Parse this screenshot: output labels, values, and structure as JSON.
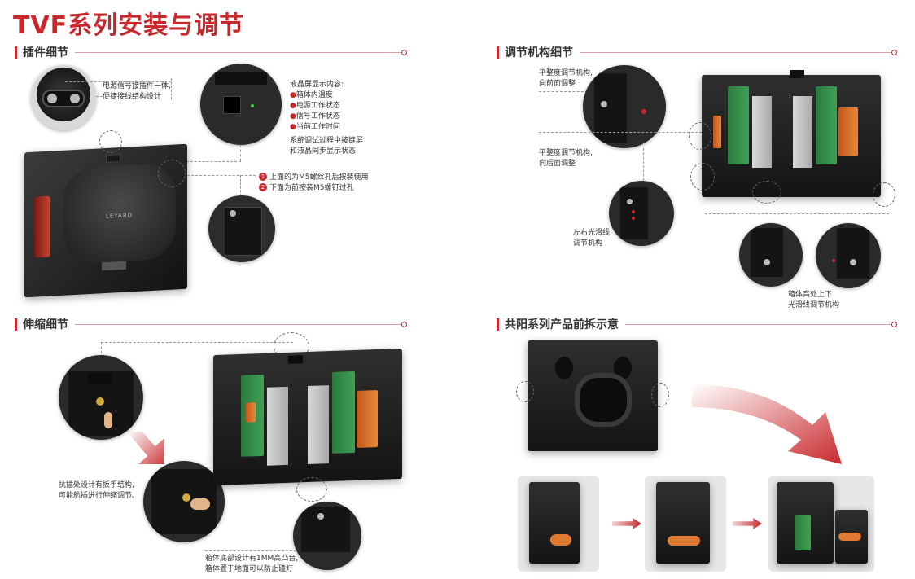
{
  "page": {
    "title": "TVF系列安装与调节"
  },
  "sections": {
    "plugin": {
      "title": "插件细节",
      "callout_connector": [
        "电源信号接插件一体,",
        "便捷接线结构设计"
      ],
      "callout_lcd_title": "液晶屏显示内容:",
      "callout_lcd_items": [
        "箱体内温度",
        "电源工作状态",
        "信号工作状态",
        "当前工作时间"
      ],
      "callout_lcd_note": [
        "系统调试过程中按键屏",
        "和液晶同步显示状态"
      ],
      "callout_bolts": [
        {
          "num": "1",
          "text": "上面的为M5螺丝孔后按装使用"
        },
        {
          "num": "2",
          "text": "下面为前按装M5螺钉过孔"
        }
      ],
      "logo": "LEYARD"
    },
    "adjust": {
      "title": "调节机构细节",
      "callout_front": [
        "平整度调节机构,",
        "向前面调整"
      ],
      "callout_back": [
        "平整度调节机构,",
        "向后面调整"
      ],
      "callout_lr": [
        "左右光滑线",
        "调节机构"
      ],
      "callout_ud": [
        "箱体高处上下",
        "光滑线调节机构"
      ]
    },
    "stretch": {
      "title": "伸缩细节",
      "callout_wrench": [
        "抗插处设计有扳手结构,",
        "可能航插进行伸缩调节。"
      ],
      "callout_bump": [
        "箱体底部设计有1MM高凸台,",
        "箱体置于地面可以防止磕灯"
      ]
    },
    "common_anode": {
      "title": "共阳系列产品前拆示意"
    }
  },
  "colors": {
    "accent": "#c8282c",
    "rule": "#d7a0a2",
    "cabinet": "#1c1c1c",
    "board": "#3a9a52",
    "orange": "#e07a30"
  }
}
